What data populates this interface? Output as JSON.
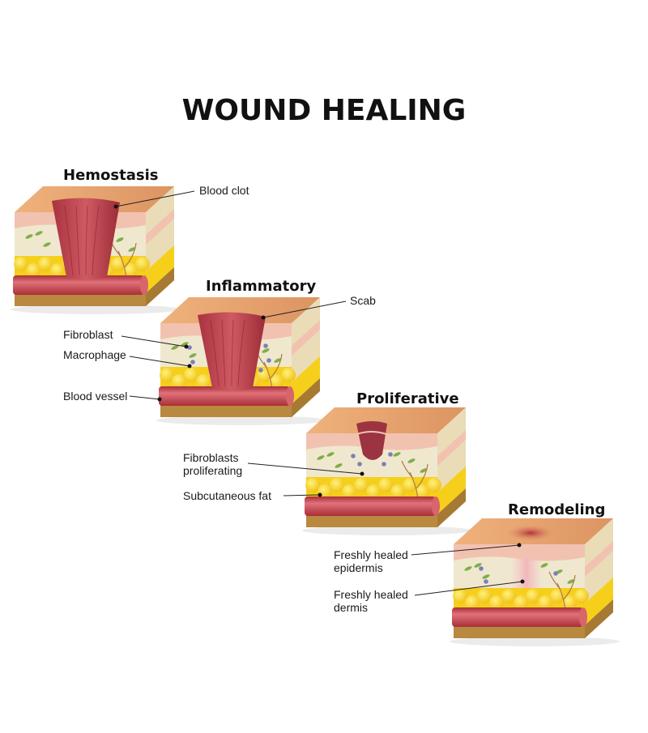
{
  "title": "WOUND HEALING",
  "stages": [
    {
      "name": "Hemostasis",
      "labels": [
        "Blood clot"
      ]
    },
    {
      "name": "Inflammatory",
      "labels": [
        "Scab",
        "Fibroblast",
        "Macrophage",
        "Blood vessel"
      ]
    },
    {
      "name": "Proliferative",
      "labels": [
        "Fibroblasts",
        "proliferating",
        "Subcutaneous fat"
      ]
    },
    {
      "name": "Remodeling",
      "labels": [
        "Freshly healed",
        "epidermis",
        "Freshly healed",
        "dermis"
      ]
    }
  ],
  "colors": {
    "skin_top": "#e7a06a",
    "epidermis": "#f2c2b0",
    "dermis": "#efe8cf",
    "fat": "#f6cf1a",
    "vessel": "#c9434a",
    "clot": "#b8404a",
    "base": "#b8893e"
  }
}
